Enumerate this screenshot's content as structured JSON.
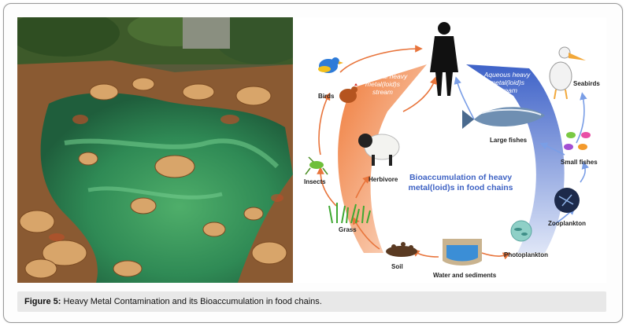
{
  "caption": {
    "figure_label": "Figure 5:",
    "text": " Heavy Metal Contamination and its Bioaccumulation in food chains."
  },
  "diagram": {
    "center_title_line1": "Bioaccumulation of heavy",
    "center_title_line2": "metal(loid)s in food chains",
    "terrestrial_stream_line1": "Terrestrial heavy",
    "terrestrial_stream_line2": "metal(loid)s",
    "terrestrial_stream_line3": "stream",
    "aqueous_stream_line1": "Aqueous heavy",
    "aqueous_stream_line2": "metal(loid)s",
    "aqueous_stream_line3": "stream",
    "labels": {
      "birds": "Birds",
      "insects": "Insects",
      "herbivore": "Herbivore",
      "grass": "Grass",
      "soil": "Soil",
      "water": "Water and sediments",
      "phytoplankton": "Photoplankton",
      "zooplankton": "Zooplankton",
      "small_fishes": "Small fishes",
      "large_fishes": "Large fishes",
      "seabirds": "Seabirds"
    },
    "colors": {
      "terrestrial": "#f08a4b",
      "aqueous": "#4a6fd0",
      "arrow": "#e8743b",
      "aqueous_arrow": "#7a9ee6",
      "center_text": "#3f63c4"
    }
  }
}
